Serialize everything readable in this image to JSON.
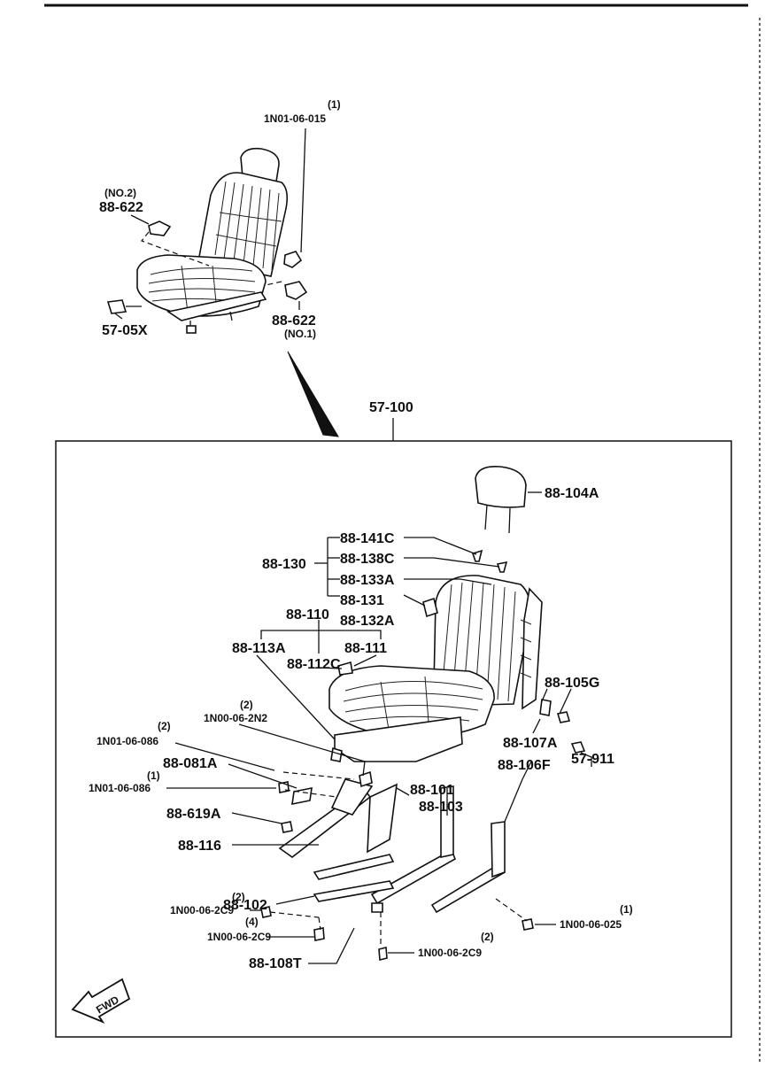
{
  "upper_assembly": {
    "label_qty_top": "(1)",
    "label_bolt_top": "1N01-06-015",
    "label_no2": "(NO.2)",
    "label_cover_left": "88-622",
    "label_cover_right": "88-622",
    "label_no1": "(NO.1)",
    "label_latch": "57-05X"
  },
  "main_assembly": {
    "label_assembly": "57-100"
  },
  "headrest_group": {
    "headrest": "88-104A",
    "group_130": "88-130",
    "p141c": "88-141C",
    "p138c": "88-138C",
    "p133a": "88-133A",
    "p131": "88-131",
    "p132a": "88-132A"
  },
  "cushion_group": {
    "group_110": "88-110",
    "p113a": "88-113A",
    "p111": "88-111",
    "p112c": "88-112C"
  },
  "side_parts": {
    "p105g": "88-105G",
    "p107a": "88-107A",
    "p911": "57-911"
  },
  "left_fasteners": {
    "q2n2": "(2)",
    "bolt_2n2": "1N00-06-2N2",
    "q086a": "(2)",
    "bolt_086a": "1N01-06-086",
    "p081a": "88-081A",
    "q086b": "(1)",
    "bolt_086b": "1N01-06-086",
    "p619a": "88-619A",
    "p116": "88-116",
    "q2c9a": "(2)",
    "bolt_2c9a": "1N00-06-2C9",
    "p102": "88-102",
    "q2c9b": "(4)",
    "bolt_2c9b": "1N00-06-2C9",
    "p108t": "88-108T"
  },
  "right_rails": {
    "p101": "88-101",
    "p103": "88-103",
    "p106f": "88-106F",
    "q025": "(1)",
    "bolt_025": "1N00-06-025",
    "q2c9c": "(2)",
    "bolt_2c9c": "1N00-06-2C9"
  },
  "orientation": {
    "fwd": "FWD"
  }
}
